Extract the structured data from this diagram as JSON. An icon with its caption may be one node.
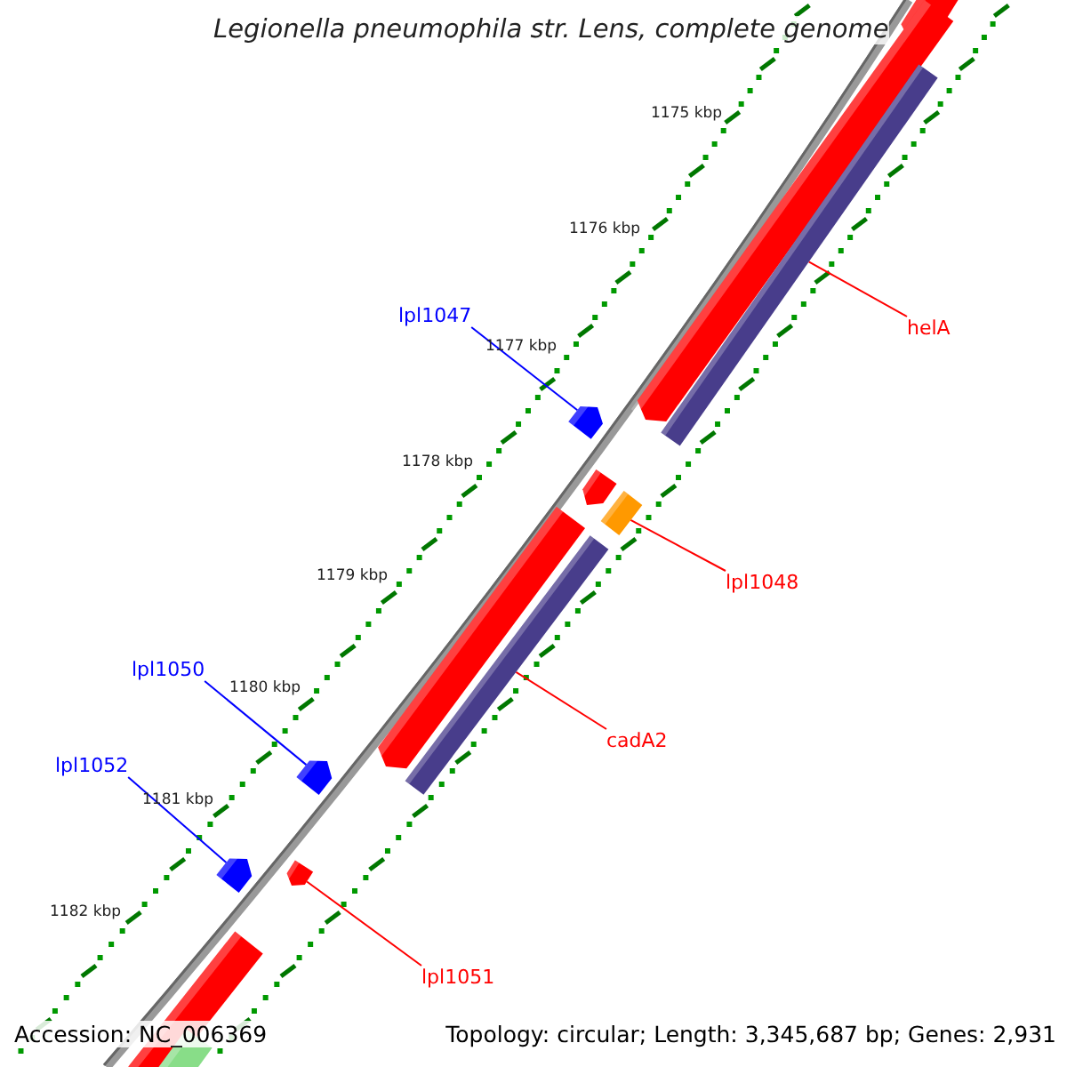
{
  "diagram": {
    "title": "Legionella pneumophila str. Lens, complete genome",
    "nodes": [
      {
        "text": [
          "lpl1047"
        ]
      },
      {
        "text": [],
        "shape": "bar"
      },
      {
        "text": [
          "helA"
        ]
      },
      {
        "text": [],
        "shape": "bar"
      },
      {
        "text": [
          "lpl1048"
        ]
      },
      {
        "text": [],
        "shape": "bar"
      },
      {
        "text": [
          "lpl1050"
        ]
      },
      {
        "text": [],
        "shape": "bar"
      },
      {
        "text": [
          "cadA2"
        ]
      },
      {
        "text": [],
        "shape": "bar"
      },
      {
        "text": [
          "lpl1052"
        ]
      },
      {
        "text": [],
        "shape": "bar"
      },
      {
        "text": [
          "lpl1051"
        ]
      },
      {
        "text": [],
        "shape": "bar"
      }
    ],
    "edges": [
      {
        "from": 0,
        "to": 1,
        "arrow": "none",
        "color": "#0000ff"
      },
      {
        "from": 2,
        "to": 3,
        "arrow": "none"
      },
      {
        "from": 4,
        "to": 5,
        "arrow": "none"
      },
      {
        "from": 6,
        "to": 7,
        "arrow": "none",
        "color": "#0000ff"
      },
      {
        "from": 8,
        "to": 9,
        "arrow": "none"
      },
      {
        "from": 10,
        "to": 11,
        "arrow": "none",
        "color": "#0000ff"
      },
      {
        "from": 12,
        "to": 13,
        "arrow": "none"
      }
    ],
    "labels": [
      "1175 kbp",
      "1176 kbp",
      "1177 kbp",
      "1178 kbp",
      "1179 kbp",
      "1180 kbp",
      "1181 kbp",
      "1182 kbp",
      "Accession: NC_006369",
      "Topology: circular; Length: 3,345,687 bp; Genes: 2,931"
    ]
  }
}
